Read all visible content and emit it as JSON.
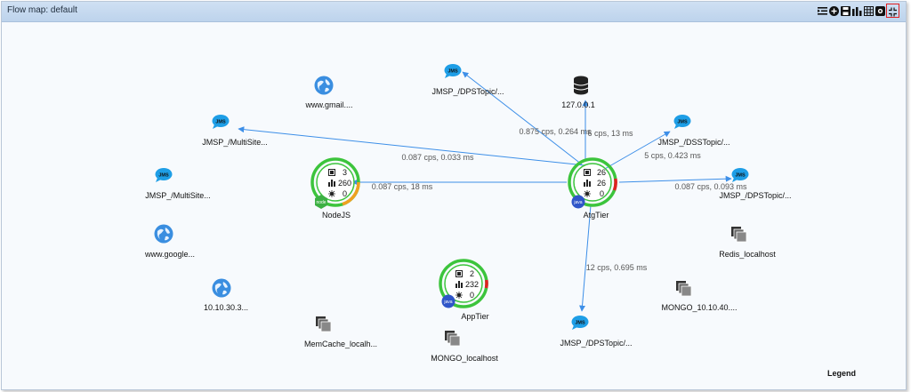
{
  "window": {
    "title": "Flow map: default"
  },
  "toolbar": {
    "icons": [
      "list-indent-icon",
      "add-circle-icon",
      "save-icon",
      "bar-chart-icon",
      "grid-icon",
      "settings-icon",
      "collapse-icon"
    ],
    "highlight_color": "#e02020"
  },
  "colors": {
    "edge": "#3d8fe8",
    "ring_ok": "#3cc43c",
    "ring_warn": "#f0a020",
    "ring_err": "#e02020",
    "jms": "#1e9ee6",
    "globe": "#3a8ee0"
  },
  "tiers": {
    "nodejs": {
      "name": "NodeJS",
      "calls": "3",
      "rate": "260",
      "errors": "0",
      "badge": "node"
    },
    "atgtier": {
      "name": "AtgTier",
      "calls": "26",
      "rate": "26",
      "errors": "0",
      "badge": "java"
    },
    "apptier": {
      "name": "AppTier",
      "calls": "2",
      "rate": "232",
      "errors": "0",
      "badge": "java"
    }
  },
  "backends": {
    "jms_multisite1": "JMSP_/MultiSite...",
    "jms_multisite2": "JMSP_/MultiSite...",
    "jms_dpstopic_top": "JMSP_/DPSTopic/...",
    "jms_dsstopic": "JMSP_/DSSTopic/...",
    "jms_dpstopic_right": "JMSP_/DPSTopic/...",
    "jms_dpstopic_bottom": "JMSP_/DPSTopic/...",
    "gmail": "www.gmail....",
    "google": "www.google...",
    "ip": "10.10.30.3...",
    "db": "127.0.0.1",
    "memcache": "MemCache_localh...",
    "mongo_local": "MONGO_localhost",
    "mongo_ip": "MONGO_10.10.40....",
    "redis": "Redis_localhost",
    "jms_badge": "JMS"
  },
  "edges": {
    "atg_multisite": "0.087 cps, 0.033 ms",
    "atg_node": "0.087 cps, 18 ms",
    "atg_dpstop": "0.875 cps, 0.264 ms",
    "atg_db": "6 cps, 13 ms",
    "atg_dss": "5 cps, 0.423 ms",
    "atg_dpsright": "0.087 cps, 0.093 ms",
    "atg_dpsbottom": "12 cps, 0.695 ms"
  },
  "legend": "Legend"
}
